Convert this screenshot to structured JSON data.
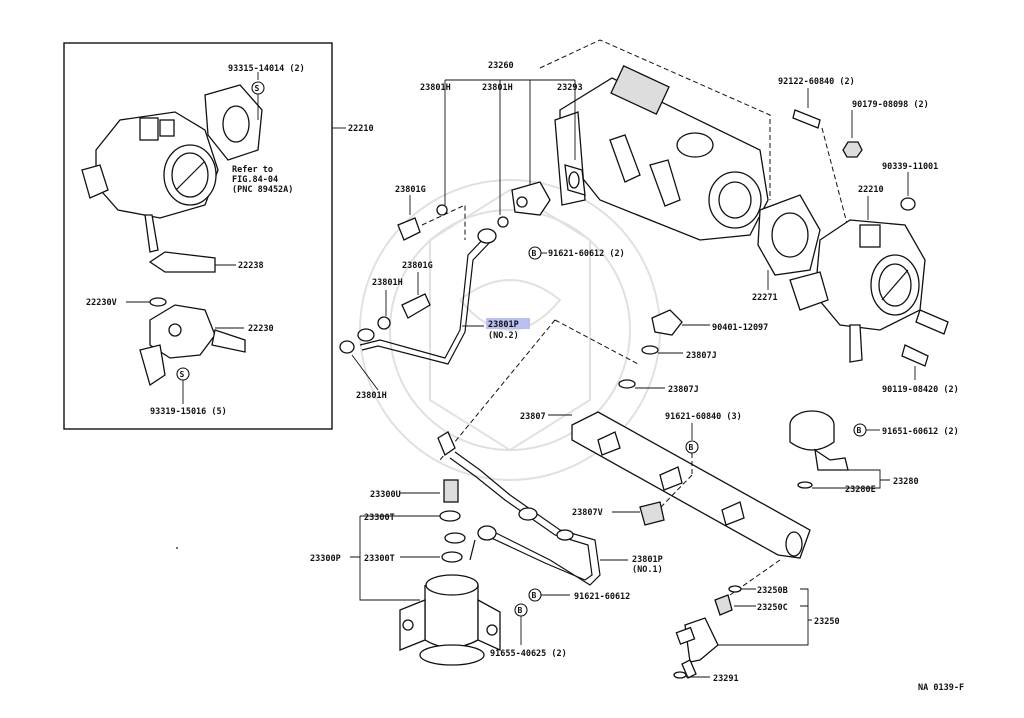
{
  "diagram": {
    "code": "NA 0139-F",
    "inset_labels": {
      "p22210": "22210",
      "p93315": "93315-14014 (2)",
      "p22238": "22238",
      "p22230v": "22230V",
      "p22230": "22230",
      "p93319": "93319-15016 (5)",
      "refer_line1": "Refer to",
      "refer_line2": "FIG.84-04",
      "refer_line3": "(PNC 89452A)",
      "badge_s": "S"
    },
    "labels": {
      "p23260": "23260",
      "p23801h_a": "23801H",
      "p23801h_b": "23801H",
      "p23293": "23293",
      "p23801g_a": "23801G",
      "p23801g_b": "23801G",
      "p23801h_c": "23801H",
      "p23801h_d": "23801H",
      "p91621_a": "91621-60612 (2)",
      "p23801p_no2_a": "23801P",
      "p23801p_no2_b": "(NO.2)",
      "p92122": "92122-60840 (2)",
      "p90179": "90179-08098 (2)",
      "p90339": "90339-11001",
      "p22210b": "22210",
      "p22271": "22271",
      "p90401": "90401-12097",
      "p23807j_a": "23807J",
      "p23807j_b": "23807J",
      "p90119": "90119-08420 (2)",
      "p23807": "23807",
      "p91621_b": "91621-60840 (3)",
      "p91651": "91651-60612 (2)",
      "p23280": "23280",
      "p23280e": "23280E",
      "p23300u": "23300U",
      "p23300t_a": "23300T",
      "p23300t_b": "23300T",
      "p23300p": "23300P",
      "p23807v": "23807V",
      "p23801p_no1_a": "23801P",
      "p23801p_no1_b": "(NO.1)",
      "p91621_c": "91621-60612",
      "p91655": "91655-40625 (2)",
      "p23250b": "23250B",
      "p23250c": "23250C",
      "p23250": "23250",
      "p23291": "23291",
      "badge_b": "B"
    }
  }
}
